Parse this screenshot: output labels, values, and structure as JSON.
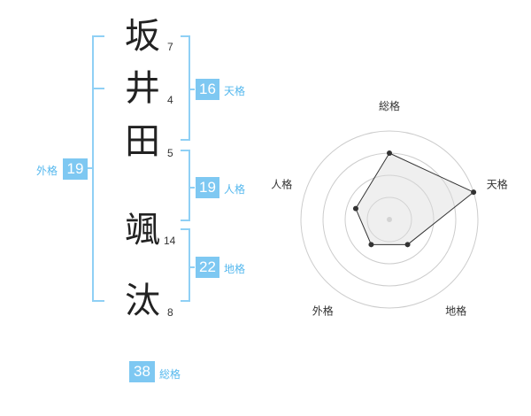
{
  "name": {
    "chars": [
      {
        "char": "坂",
        "strokes": "7"
      },
      {
        "char": "井",
        "strokes": "4"
      },
      {
        "char": "田",
        "strokes": "5"
      },
      {
        "char": "颯",
        "strokes": "14"
      },
      {
        "char": "汰",
        "strokes": "8"
      }
    ]
  },
  "kakusu": {
    "tenkaku": {
      "value": "16",
      "label": "天格"
    },
    "jinkaku": {
      "value": "19",
      "label": "人格"
    },
    "chikaku": {
      "value": "22",
      "label": "地格"
    },
    "gaikaku": {
      "value": "19",
      "label": "外格"
    },
    "soukaku": {
      "value": "38",
      "label": "総格"
    }
  },
  "colors": {
    "accent": "#7ec8f2",
    "label": "#55b8ee",
    "bracket": "#8fd0f5"
  },
  "chart_data": {
    "type": "radar",
    "axes": [
      "総格",
      "天格",
      "地格",
      "外格",
      "人格"
    ],
    "values": [
      0.75,
      1.0,
      0.35,
      0.35,
      0.4
    ],
    "rings": 4,
    "grid": true
  }
}
